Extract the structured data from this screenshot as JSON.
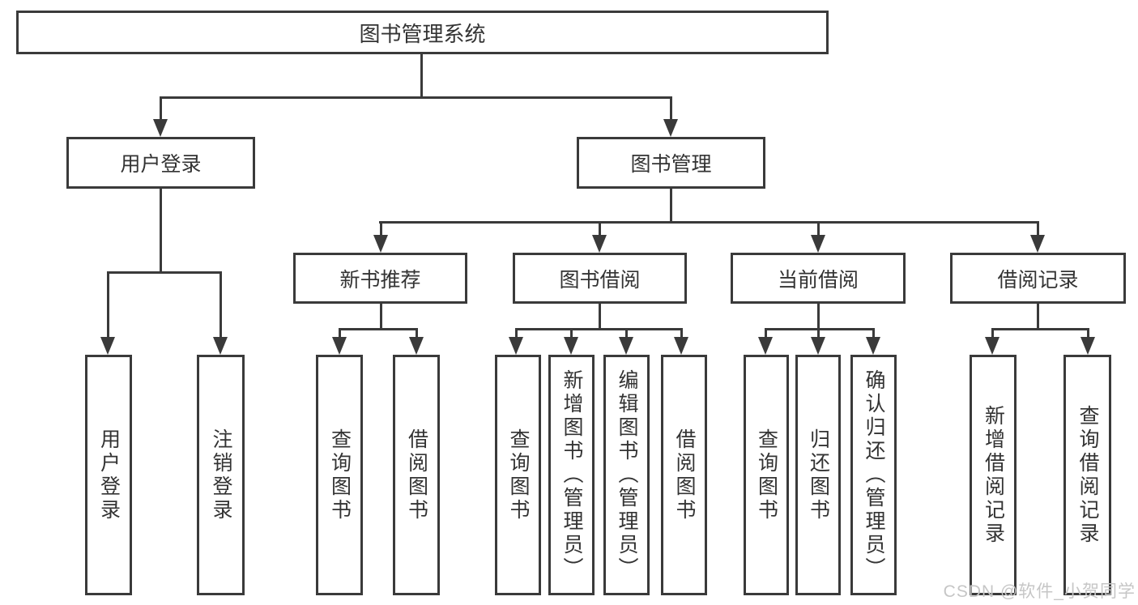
{
  "tree": {
    "label": "图书管理系统",
    "children": [
      {
        "label": "用户登录",
        "children": [
          "用户登录",
          "注销登录"
        ]
      },
      {
        "label": "图书管理",
        "children": [
          {
            "label": "新书推荐",
            "children": [
              "查询图书",
              "借阅图书"
            ]
          },
          {
            "label": "图书借阅",
            "children": [
              "查询图书",
              "新增图书（管理员）",
              "编辑图书（管理员）",
              "借阅图书"
            ]
          },
          {
            "label": "当前借阅",
            "children": [
              "查询图书",
              "归还图书",
              "确认归还（管理员）"
            ]
          },
          {
            "label": "借阅记录",
            "children": [
              "新增借阅记录",
              "查询借阅记录"
            ]
          }
        ]
      }
    ]
  },
  "watermark": {
    "text": "CSDN @软件_小贺同学"
  },
  "colors": {
    "line": "#3a3a3a",
    "text": "#333333",
    "background": "#ffffff",
    "watermark": "#c6c6c6"
  }
}
